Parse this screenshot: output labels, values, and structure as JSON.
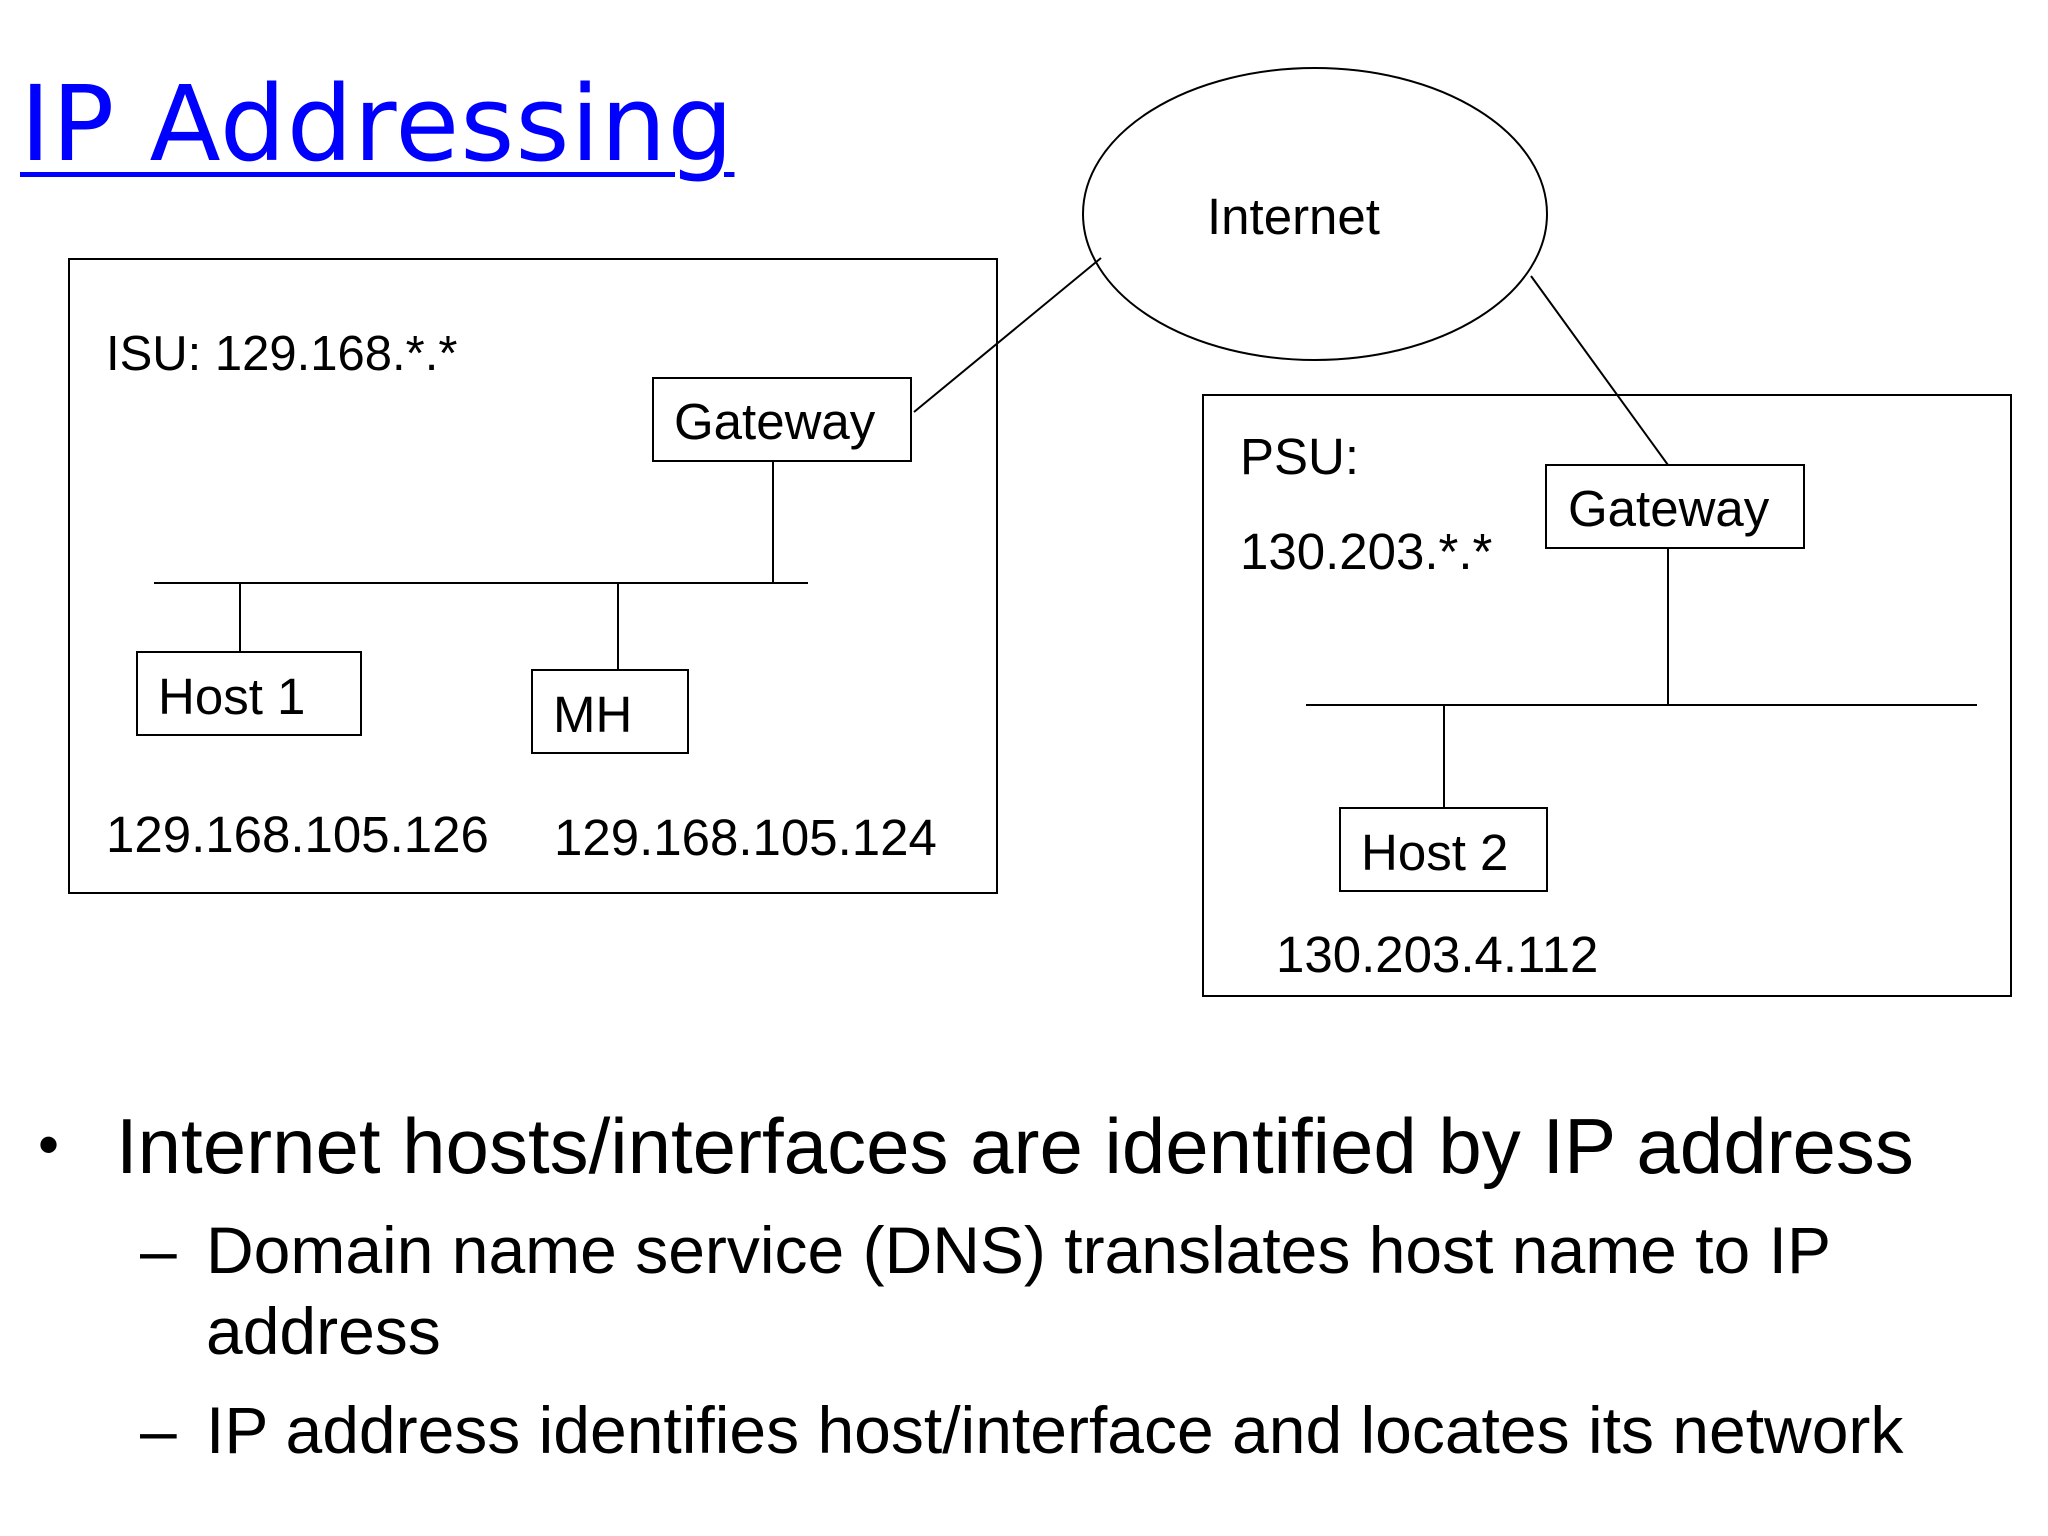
{
  "title": "IP Addressing",
  "title_color": "#0000ff",
  "diagram": {
    "internet_label": "Internet",
    "isu": {
      "network_label": "ISU: 129.168.*.*",
      "gateway_label": "Gateway",
      "host1_label": "Host 1",
      "host1_ip": "129.168.105.126",
      "mh_label": "MH",
      "mh_ip": "129.168.105.124"
    },
    "psu": {
      "network_label": "PSU:",
      "network_prefix": "130.203.*.*",
      "gateway_label": "Gateway",
      "host2_label": "Host 2",
      "host2_ip": "130.203.4.112"
    }
  },
  "bullets": {
    "main_marker": "•",
    "main": "Internet hosts/interfaces are identified by IP address",
    "sub_marker": "–",
    "sub1_line1": "Domain name service (DNS) translates host name to IP",
    "sub1_line2": "address",
    "sub2": "IP address identifies host/interface and locates its network"
  }
}
